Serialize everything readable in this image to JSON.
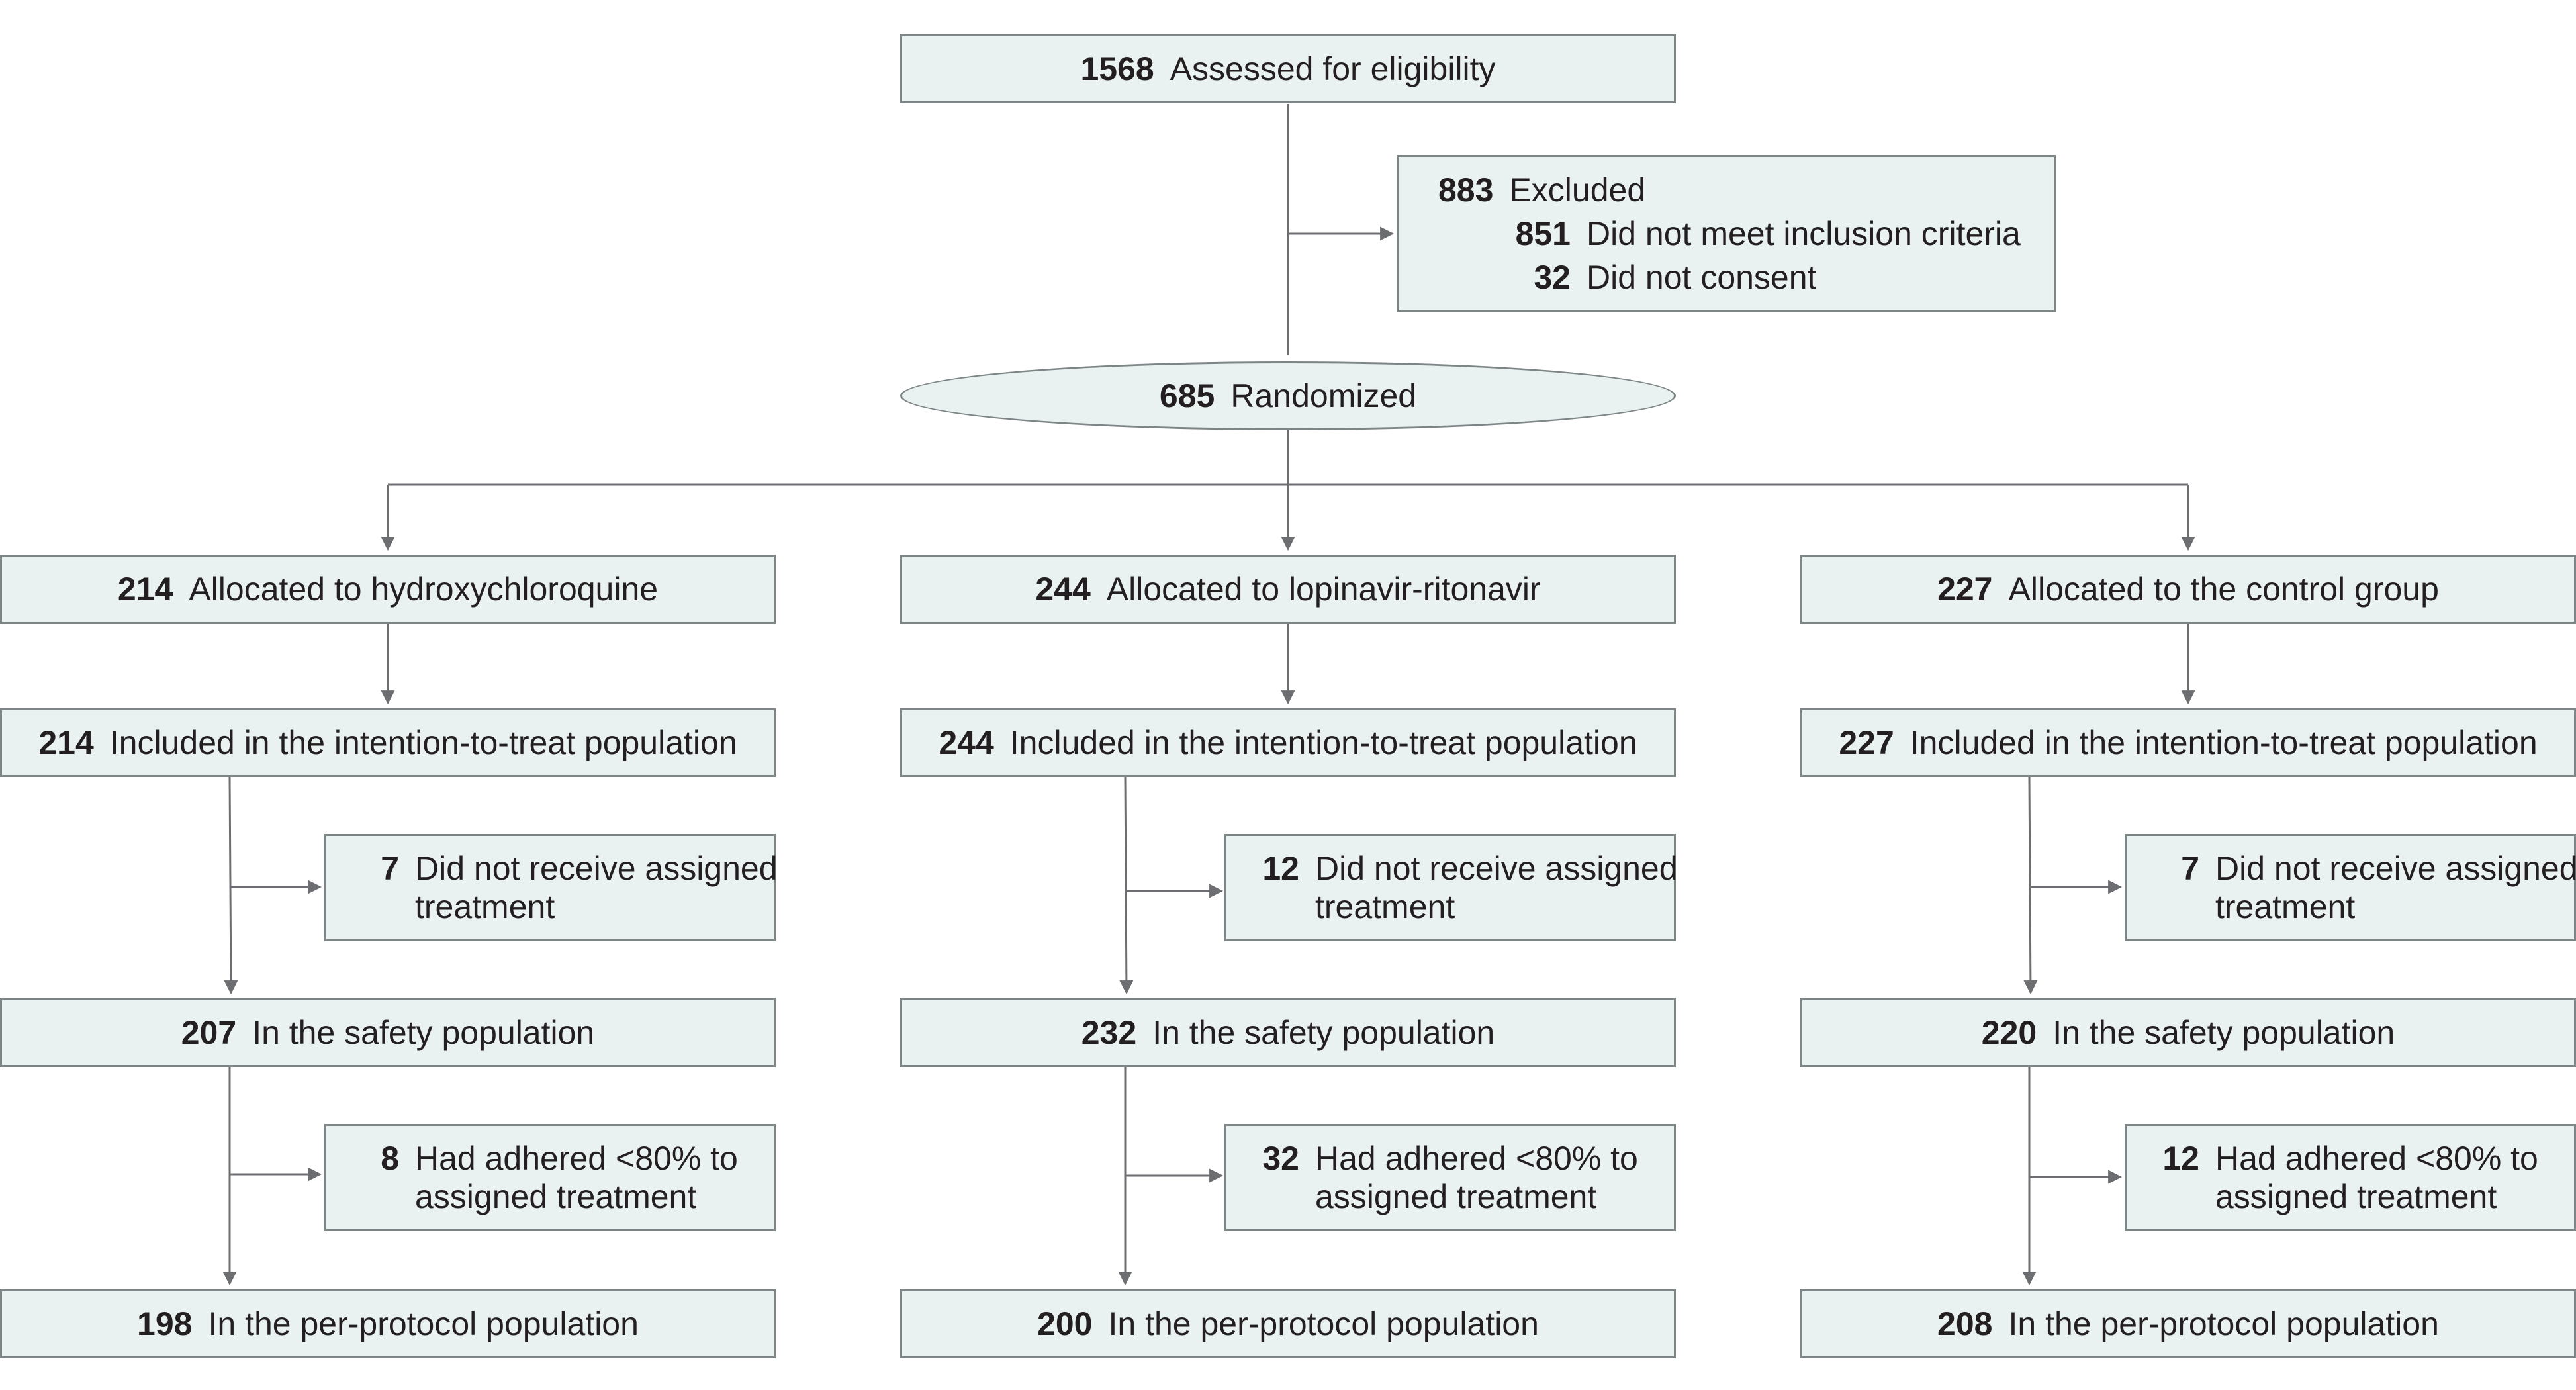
{
  "assessed": {
    "n": "1568",
    "label": "Assessed for eligibility"
  },
  "excluded": {
    "n": "883",
    "label": "Excluded",
    "items": [
      {
        "n": "851",
        "label": "Did not meet inclusion criteria"
      },
      {
        "n": "32",
        "label": "Did not consent"
      }
    ]
  },
  "randomized": {
    "n": "685",
    "label": "Randomized"
  },
  "arms": [
    {
      "allocated": {
        "n": "214",
        "label": "Allocated to hydroxychloroquine"
      },
      "itt": {
        "n": "214",
        "label": "Included in the intention-to-treat population"
      },
      "not_received": {
        "n": "7",
        "line1": "Did not receive assigned",
        "line2": "treatment"
      },
      "safety": {
        "n": "207",
        "label": "In the safety population"
      },
      "adherence": {
        "n": "8",
        "line1": "Had adhered <80% to",
        "line2": "assigned treatment"
      },
      "per_protocol": {
        "n": "198",
        "label": "In the per-protocol population"
      }
    },
    {
      "allocated": {
        "n": "244",
        "label": "Allocated to lopinavir-ritonavir"
      },
      "itt": {
        "n": "244",
        "label": "Included in the intention-to-treat population"
      },
      "not_received": {
        "n": "12",
        "line1": "Did not receive assigned",
        "line2": "treatment"
      },
      "safety": {
        "n": "232",
        "label": "In the safety population"
      },
      "adherence": {
        "n": "32",
        "line1": "Had adhered <80% to",
        "line2": "assigned treatment"
      },
      "per_protocol": {
        "n": "200",
        "label": "In the per-protocol population"
      }
    },
    {
      "allocated": {
        "n": "227",
        "label": "Allocated to the control group"
      },
      "itt": {
        "n": "227",
        "label": "Included in the intention-to-treat population"
      },
      "not_received": {
        "n": "7",
        "line1": "Did not receive assigned",
        "line2": "treatment"
      },
      "safety": {
        "n": "220",
        "label": "In the safety population"
      },
      "adherence": {
        "n": "12",
        "line1": "Had adhered <80% to",
        "line2": "assigned treatment"
      },
      "per_protocol": {
        "n": "208",
        "label": "In the per-protocol population"
      }
    }
  ],
  "colors": {
    "box_fill": "#e9f1f1",
    "box_border": "#7d8586",
    "line": "#6d6e71",
    "text": "#231f20"
  }
}
